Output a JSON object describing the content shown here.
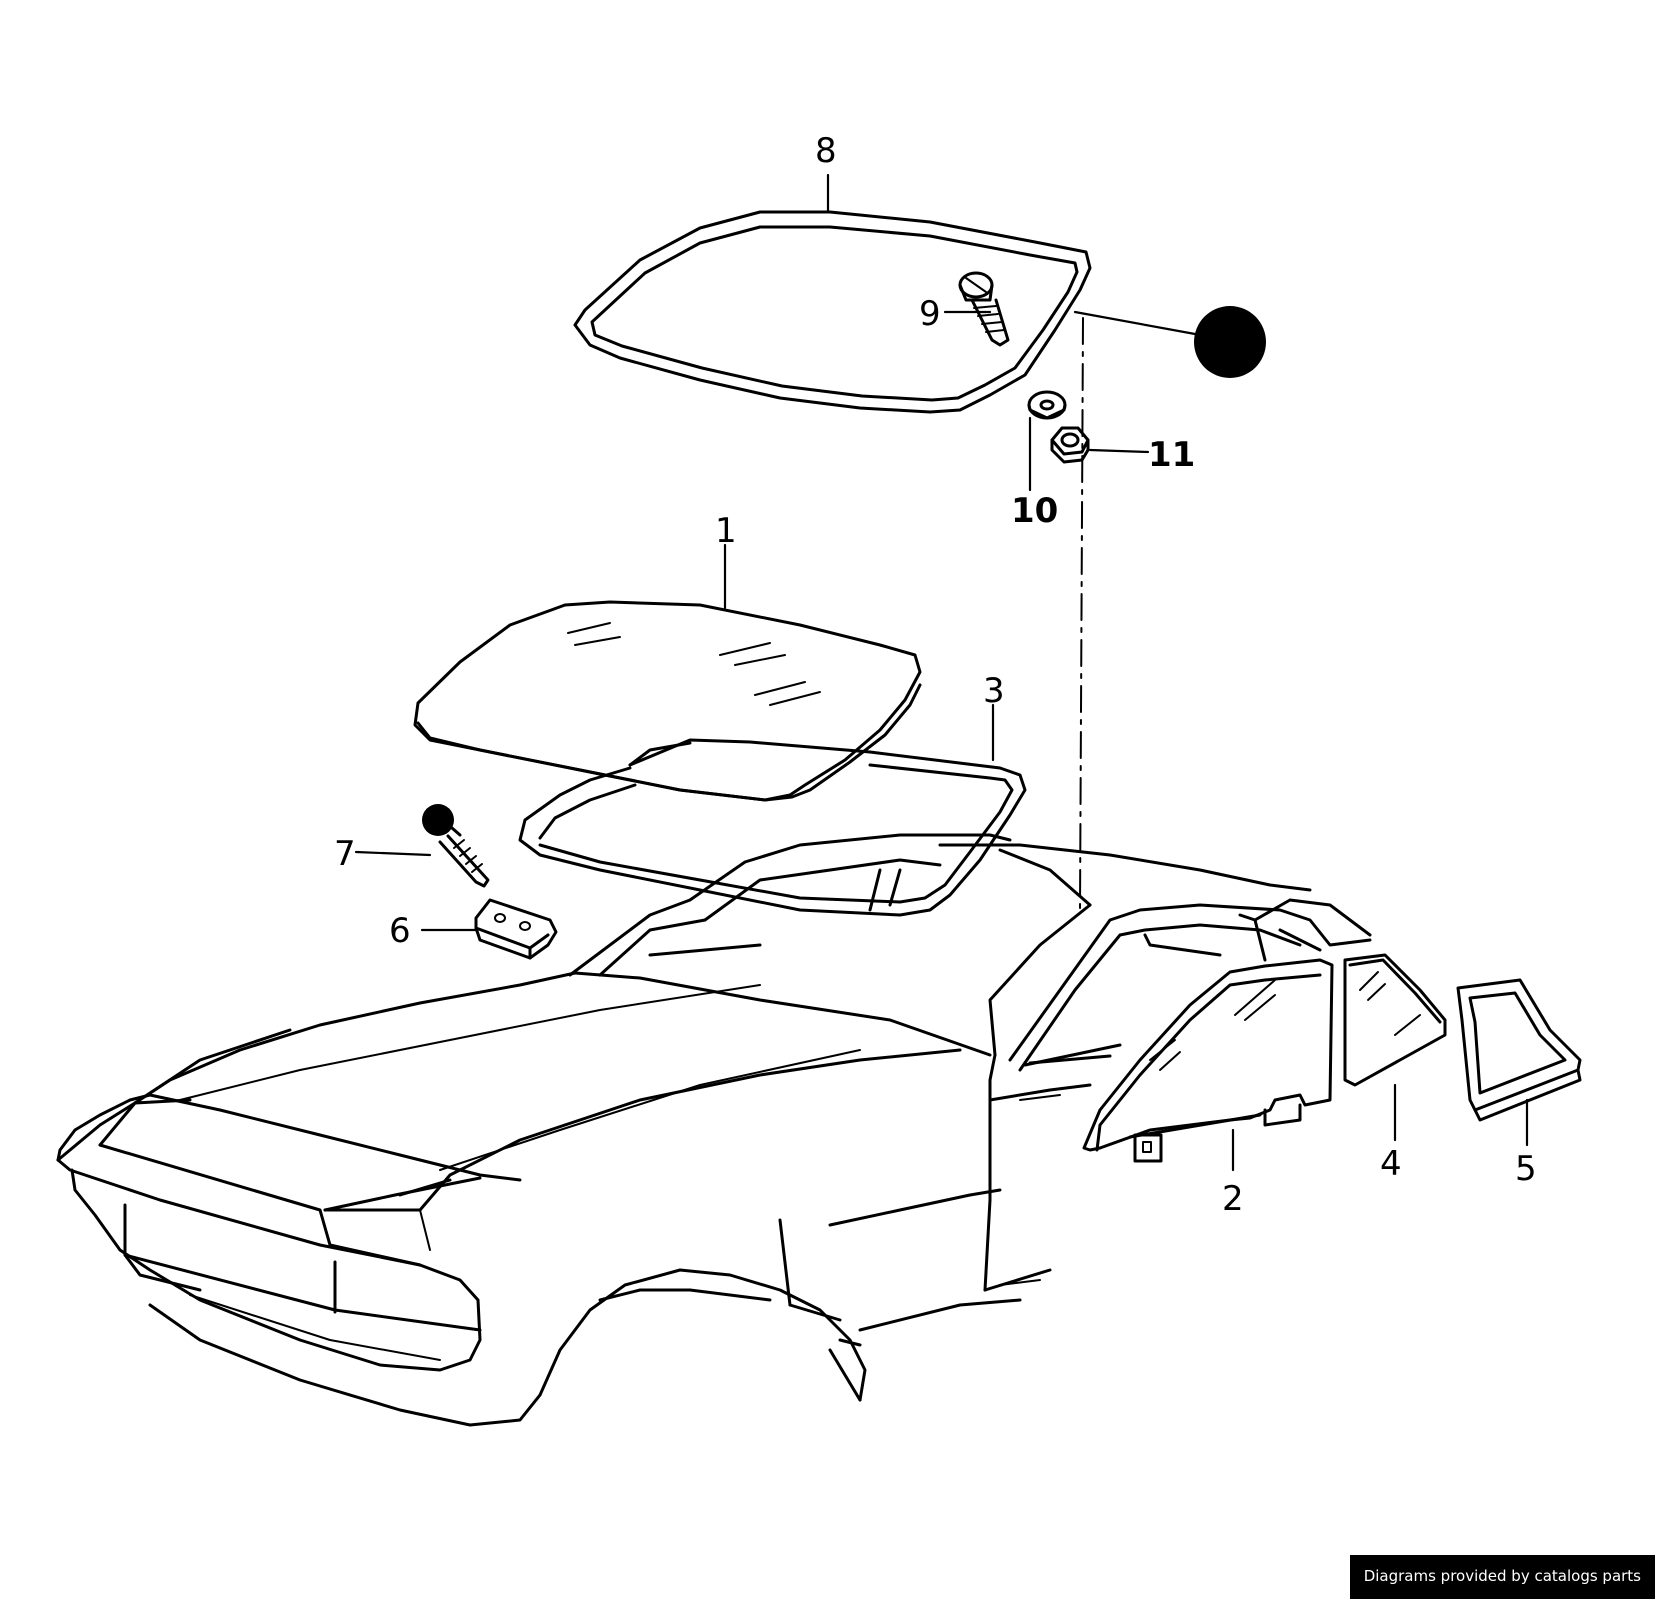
{
  "callouts": {
    "c1": "1",
    "c2": "2",
    "c3": "3",
    "c4": "4",
    "c5": "5",
    "c6": "6",
    "c7": "7",
    "c8": "8",
    "c9": "9",
    "c10": "10",
    "c11": "11"
  },
  "credit": "Diagrams provided by catalogs parts"
}
